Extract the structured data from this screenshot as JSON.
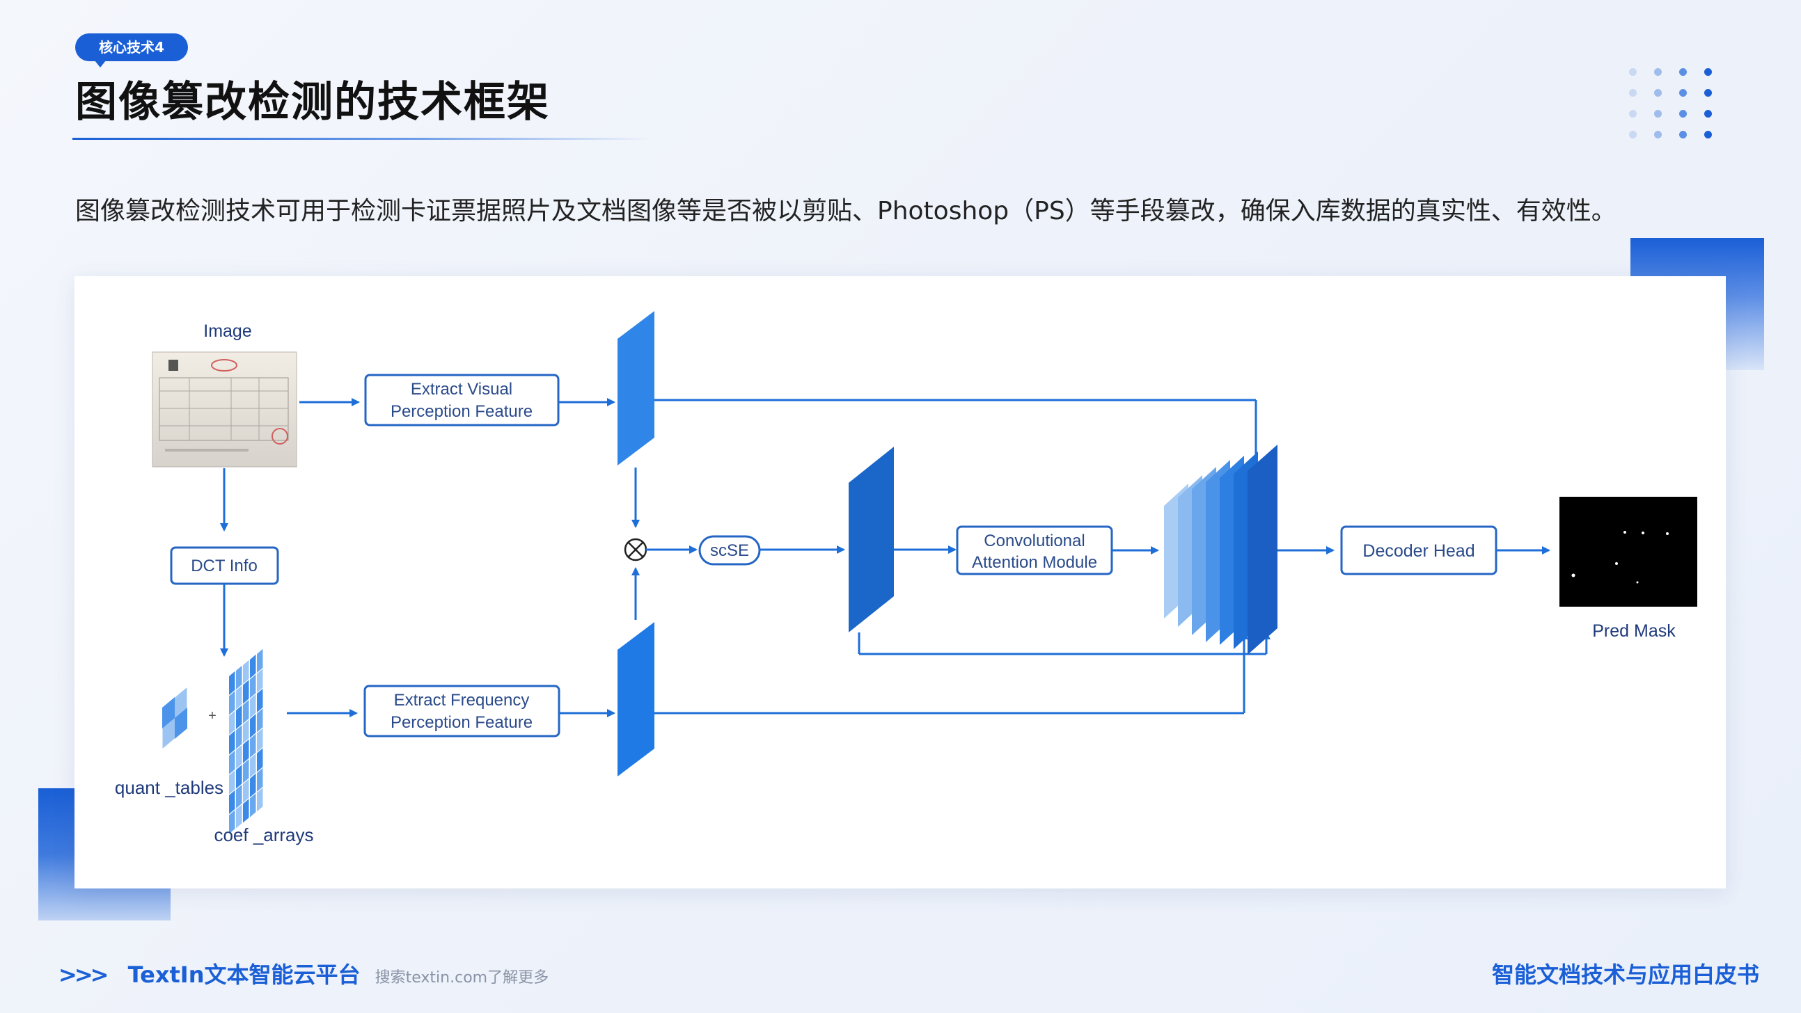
{
  "header": {
    "tag": "核心技术4",
    "title": "图像篡改检测的技术框架",
    "description": "图像篡改检测技术可用于检测卡证票据照片及文档图像等是否被以剪贴、Photoshop（PS）等手段篡改，确保入库数据的真实性、有效性。"
  },
  "diagram": {
    "image_label": "Image",
    "dct_label": "DCT Info",
    "quant_tables_label": "quant _tables",
    "coef_arrays_label": "coef _arrays",
    "plus_sign": "+",
    "visual_feature": [
      "Extract Visual",
      "Perception Feature"
    ],
    "frequency_feature": [
      "Extract Frequency",
      "Perception Feature"
    ],
    "scse_label": "scSE",
    "cam_label": [
      "Convolutional",
      "Attention Module"
    ],
    "decoder_label": "Decoder Head",
    "pred_mask_label": "Pred Mask"
  },
  "colors": {
    "accent": "#1a5fd6",
    "line": "#1d6ed8",
    "box_border": "#2566c4"
  },
  "footer": {
    "arrows": ">>>",
    "brand": "TextIn文本智能云平台",
    "sub": "搜索textin.com了解更多",
    "right": "智能文档技术与应用白皮书"
  }
}
